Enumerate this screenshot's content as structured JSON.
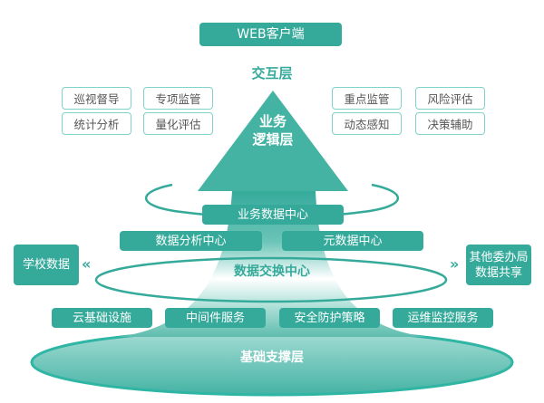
{
  "interaction_layer": {
    "client": "WEB客户端",
    "title": "交互层"
  },
  "business_layer": {
    "title_line1": "业务",
    "title_line2": "逻辑层",
    "left_items": [
      "巡视督导",
      "专项监管",
      "统计分析",
      "量化评估"
    ],
    "right_items": [
      "重点监管",
      "风险评估",
      "动态感知",
      "决策辅助"
    ]
  },
  "data_layer": {
    "top": "业务数据中心",
    "left": "数据分析中心",
    "right": "元数据中心",
    "title": "数据交换中心",
    "source": "学校数据",
    "share_line1": "其他委办局",
    "share_line2": "数据共享",
    "left_chevron": "«",
    "right_chevron": "»"
  },
  "infra_layer": {
    "title": "基础支撑层",
    "items": [
      "云基础设施",
      "中间件服务",
      "安全防护策略",
      "运维监控服务"
    ]
  },
  "colors": {
    "primary": "#35aa9b",
    "light": "#7fd3c8"
  }
}
